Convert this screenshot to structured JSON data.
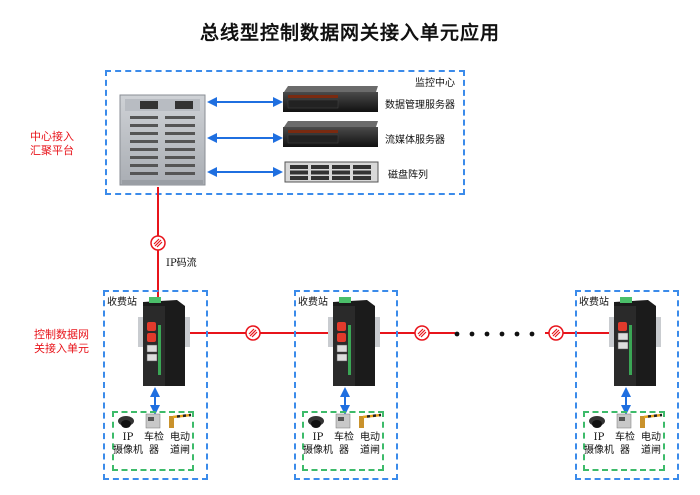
{
  "title": "总线型控制数据网关接入单元应用",
  "monitoring_center": {
    "label": "监控中心",
    "servers": [
      {
        "name": "数据管理服务器",
        "type": "rack-server"
      },
      {
        "name": "流媒体服务器",
        "type": "rack-server"
      },
      {
        "name": "磁盘阵列",
        "type": "disk-array"
      }
    ]
  },
  "left_labels": {
    "center_platform": [
      "中心接入",
      "汇聚平台"
    ],
    "gateway_unit": [
      "控制数据网",
      "关接入单元"
    ]
  },
  "uplink_label": "IP码流",
  "stations": [
    {
      "label": "收费站",
      "fiber_ports": 2,
      "devices": [
        [
          "IP",
          "摄像机"
        ],
        [
          "车检",
          "器"
        ],
        [
          "电动",
          "道闸"
        ]
      ]
    },
    {
      "label": "收费站",
      "fiber_ports": 2,
      "devices": [
        [
          "IP",
          "摄像机"
        ],
        [
          "车检",
          "器"
        ],
        [
          "电动",
          "道闸"
        ]
      ]
    },
    {
      "label": "收费站",
      "fiber_ports": 1,
      "devices": [
        [
          "IP",
          "摄像机"
        ],
        [
          "车检",
          "器"
        ],
        [
          "电动",
          "道闸"
        ]
      ]
    }
  ],
  "colors": {
    "dashed_border_blue": "#3b8bea",
    "dashed_border_green": "#3dbb6a",
    "link_red": "#e8141b",
    "arrow_blue": "#1f6fe0"
  }
}
